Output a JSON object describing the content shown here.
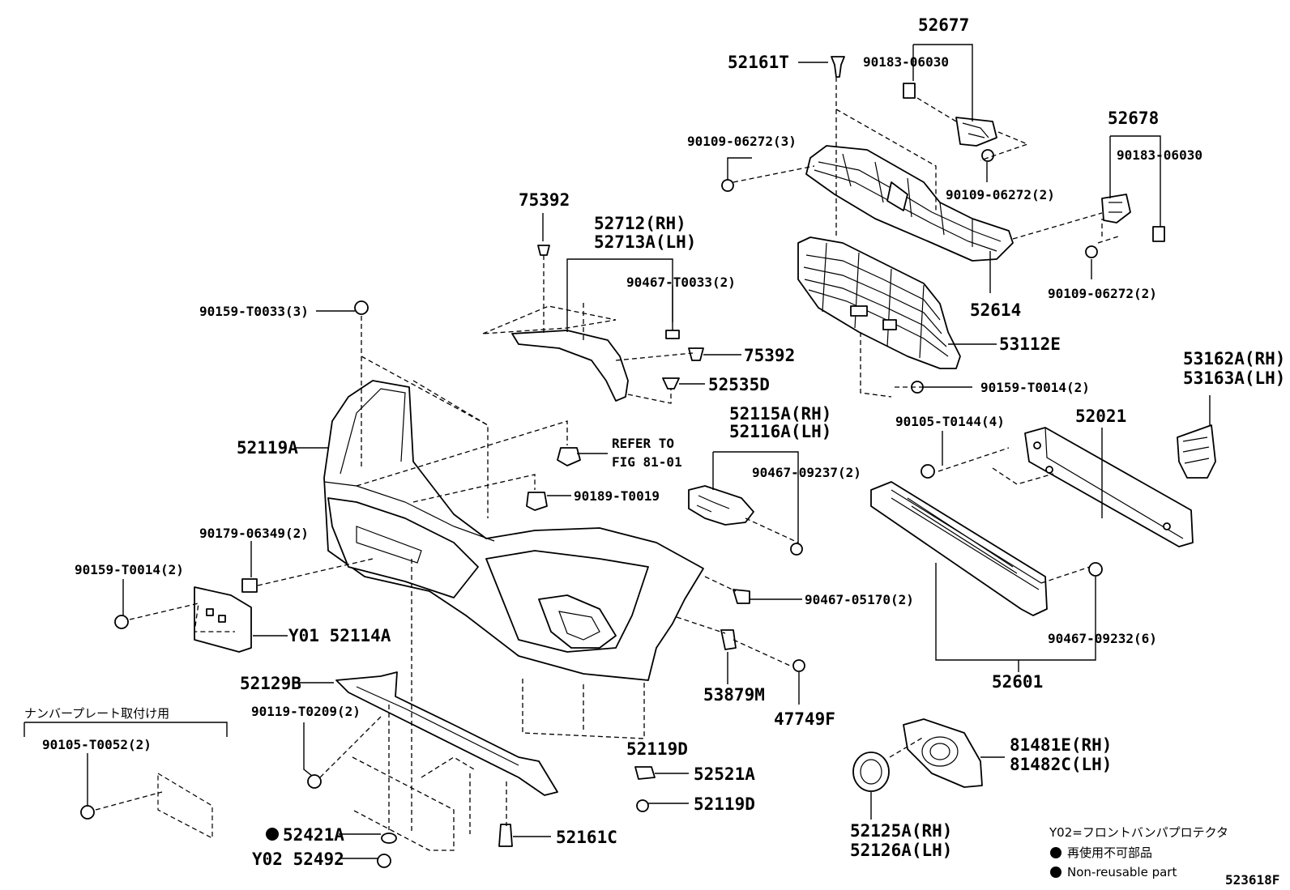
{
  "labels": {
    "p52677": "52677",
    "p90183_top": "90183-06030",
    "p52161T": "52161T",
    "p52678": "52678",
    "p90183_right": "90183-06030",
    "p90109_3": "90109-06272(3)",
    "p90109_2a": "90109-06272(2)",
    "p90109_2b": "90109-06272(2)",
    "p52614": "52614",
    "p53112E": "53112E",
    "p75392_top": "75392",
    "p52712": "52712(RH)",
    "p52713A": "52713A(LH)",
    "p90467_T0033": "90467-T0033(2)",
    "p75392_mid": "75392",
    "p52535D": "52535D",
    "p90159_T0033": "90159-T0033(3)",
    "p90159_T0014_right": "90159-T0014(2)",
    "p53162A": "53162A(RH)",
    "p53163A": "53163A(LH)",
    "p52021": "52021",
    "p90105_T0144": "90105-T0144(4)",
    "p52115A": "52115A(RH)",
    "p52116A": "52116A(LH)",
    "p90467_09237": "90467-09237(2)",
    "p52119A": "52119A",
    "refer_line1": "REFER TO",
    "refer_line2": "FIG 81-01",
    "p90189": "90189-T0019",
    "p90179": "90179-06349(2)",
    "p90159_T0014_left": "90159-T0014(2)",
    "pY01": "Y01 52114A",
    "p90467_05170": "90467-05170(2)",
    "p90467_09232": "90467-09232(6)",
    "p52601": "52601",
    "p52129B": "52129B",
    "p53879M": "53879M",
    "p47749F": "47749F",
    "jp_plate": "ナンバープレート取付け用",
    "p90119": "90119-T0209(2)",
    "p90105_T0052": "90105-T0052(2)",
    "p52119D_a": "52119D",
    "p52521A": "52521A",
    "p52119D_b": "52119D",
    "p81481E": "81481E(RH)",
    "p81482C": "81482C(LH)",
    "p52421A": "52421A",
    "p52161C": "52161C",
    "pY02": "Y02 52492",
    "p52125A": "52125A(RH)",
    "p52126A": "52126A(LH)",
    "note_y02": "Y02=フロントバンパプロテクタ",
    "note_jp": "再使用不可部品",
    "note_en": "Non-reusable part",
    "figure_code": "523618F"
  }
}
